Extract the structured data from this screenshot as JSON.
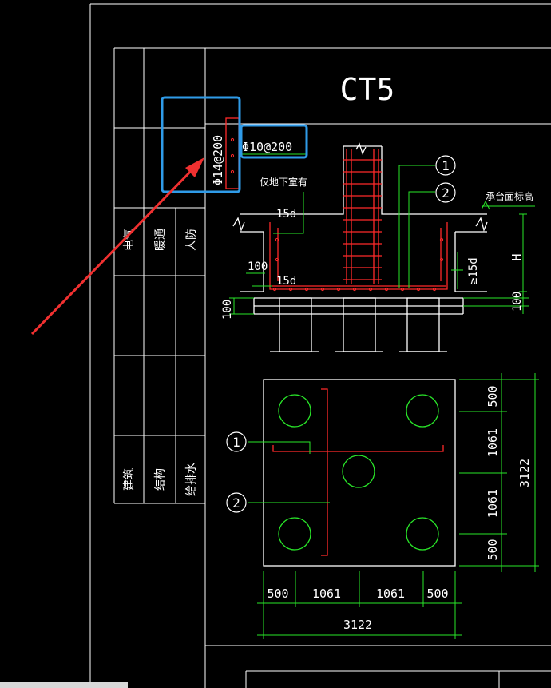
{
  "title": "CT5",
  "section": {
    "label_vertical": "Φ14@200",
    "label_horizontal": "Φ10@200",
    "note_basement": "仅地下室有",
    "label_15d_top": "15d",
    "label_15d_bottom": "15d",
    "label_100_left": "100",
    "label_100_bottom": "100",
    "label_ge15d": "≥15d",
    "label_H": "H",
    "label_100_right": "100",
    "label_elev": "承台面标高",
    "callout_1": "1",
    "callout_2": "2"
  },
  "plan": {
    "callout_1": "1",
    "callout_2": "2",
    "dims_bottom": [
      "500",
      "1061",
      "1061",
      "500"
    ],
    "dim_total_bottom": "3122",
    "dims_right": [
      "500",
      "1061",
      "1061",
      "500"
    ],
    "dim_total_right": "3122"
  },
  "left_table": {
    "row_top": [
      "电气",
      "暖通",
      "人防"
    ],
    "row_bottom": [
      "建筑",
      "结构",
      "给排水"
    ]
  },
  "colors": {
    "line": "#ffffff",
    "rebar": "#ff2a2a",
    "green": "#29e629",
    "highlight": "#2f9be8",
    "arrow": "#f03030"
  }
}
